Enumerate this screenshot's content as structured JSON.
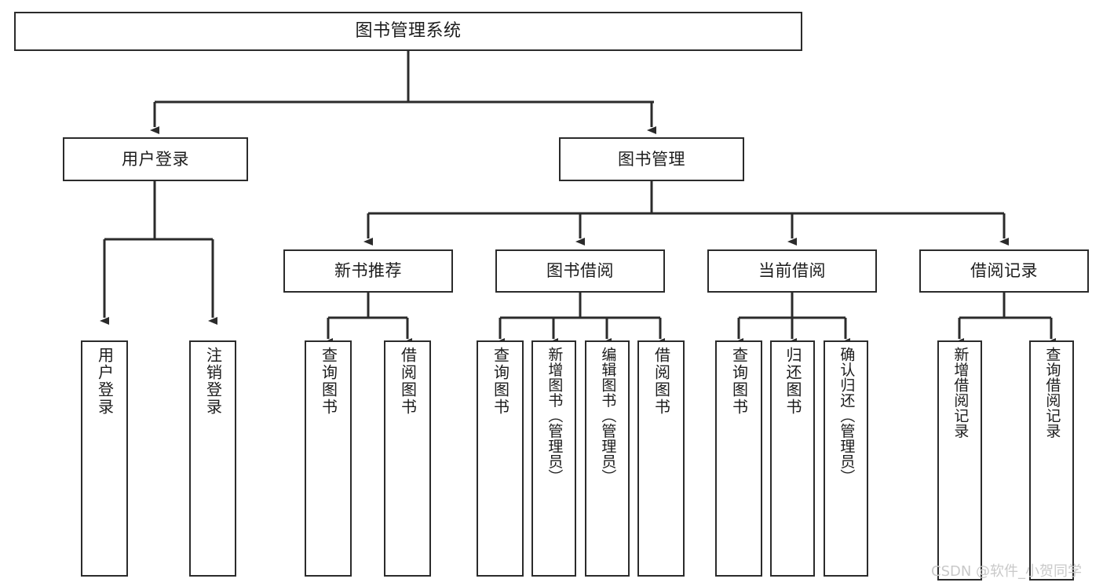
{
  "diagram": {
    "title": "图书管理系统",
    "type": "tree-hierarchy-chart",
    "colors": {
      "stroke": "#2b2b2b",
      "fill": "#ffffff",
      "text": "#1c1c1c",
      "watermark": "#c9c9c9",
      "background": "#ffffff"
    },
    "root": {
      "label": "图书管理系统"
    },
    "level2": [
      {
        "label": "用户登录"
      },
      {
        "label": "图书管理"
      }
    ],
    "level3": [
      {
        "label": "新书推荐"
      },
      {
        "label": "图书借阅"
      },
      {
        "label": "当前借阅"
      },
      {
        "label": "借阅记录"
      }
    ],
    "leaves": {
      "user_login": [
        {
          "label": "用户登录"
        },
        {
          "label": "注销登录"
        }
      ],
      "new_book_recommend": [
        {
          "label": "查询图书"
        },
        {
          "label": "借阅图书"
        }
      ],
      "book_borrow": [
        {
          "label": "查询图书"
        },
        {
          "label": "新增图书（管理员）"
        },
        {
          "label": "编辑图书（管理员）"
        },
        {
          "label": "借阅图书"
        }
      ],
      "current_borrow": [
        {
          "label": "查询图书"
        },
        {
          "label": "归还图书"
        },
        {
          "label": "确认归还（管理员）"
        }
      ],
      "borrow_record": [
        {
          "label": "新增借阅记录"
        },
        {
          "label": "查询借阅记录"
        }
      ]
    }
  },
  "watermark": {
    "text": "CSDN @软件_小贺同学"
  }
}
